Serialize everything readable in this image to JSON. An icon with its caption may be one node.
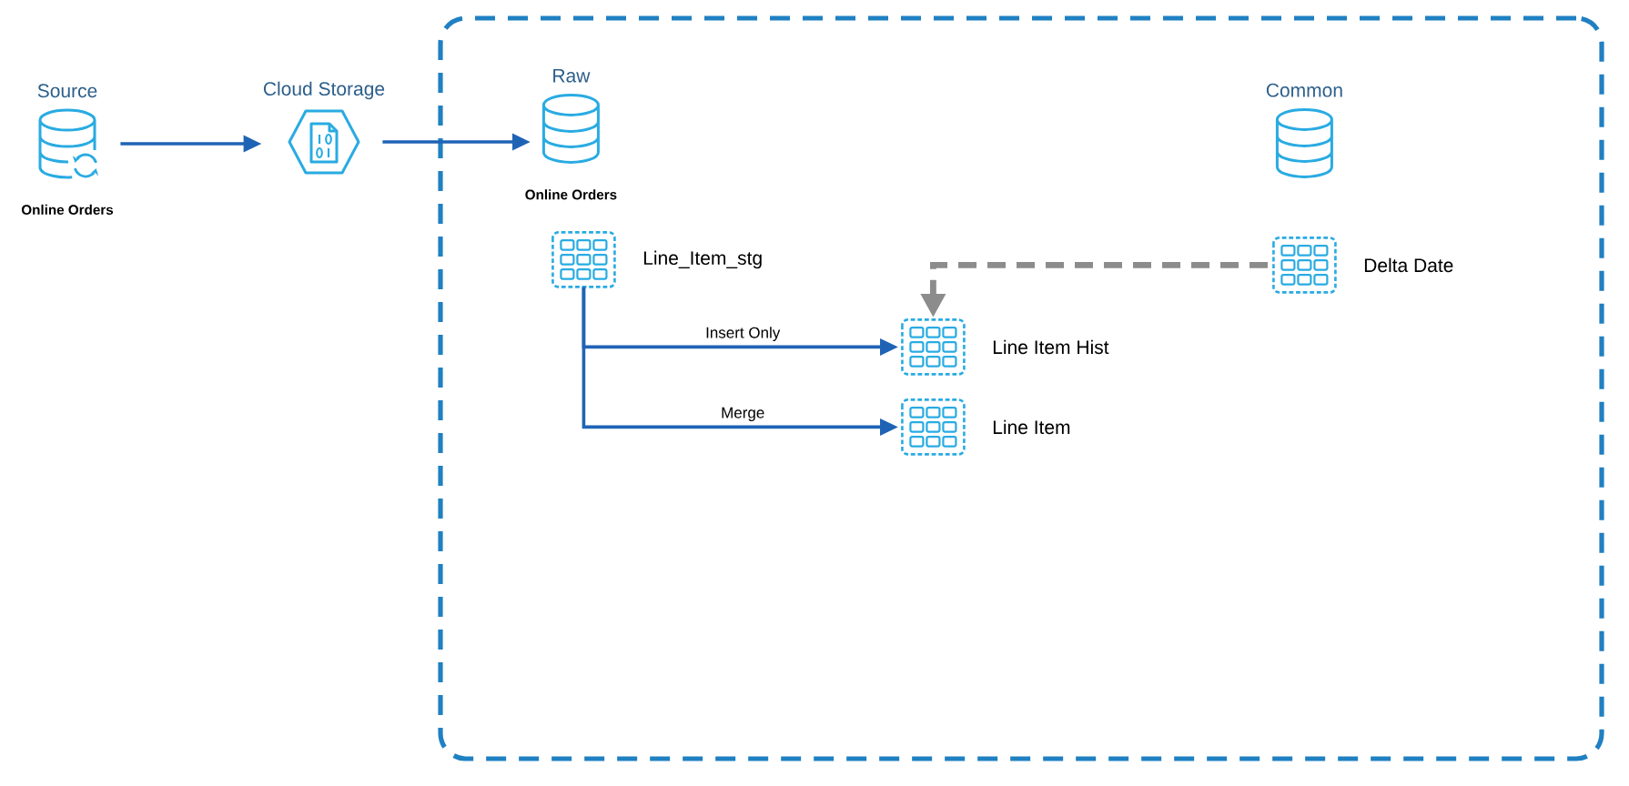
{
  "diagram": {
    "nodes": [
      {
        "text": [],
        "shape": "box"
      },
      {
        "text": [
          "Source",
          "Online Orders"
        ]
      },
      {
        "text": [
          "Cloud Storage"
        ]
      },
      {
        "text": [
          "Raw",
          "Online Orders"
        ],
        "in": 0
      },
      {
        "text": [
          "Common"
        ],
        "in": 0
      },
      {
        "text": [
          "Line_Item_stg"
        ],
        "in": 0
      },
      {
        "text": [
          "Line Item Hist"
        ],
        "in": 0
      },
      {
        "text": [
          "Line Item"
        ],
        "in": 0
      },
      {
        "text": [
          "Delta Date"
        ],
        "in": 0
      }
    ],
    "edges": [
      {
        "from": 1,
        "to": 2,
        "arrow": "to"
      },
      {
        "from": 2,
        "to": 3,
        "arrow": "to"
      },
      {
        "from": 5,
        "to": 6,
        "arrow": "to",
        "label": "Insert Only"
      },
      {
        "from": 5,
        "to": 7,
        "arrow": "to",
        "label": "Merge"
      },
      {
        "from": 8,
        "to": 6,
        "arrow": "to",
        "style": "dashed",
        "color": "#8c8c8c"
      }
    ]
  }
}
